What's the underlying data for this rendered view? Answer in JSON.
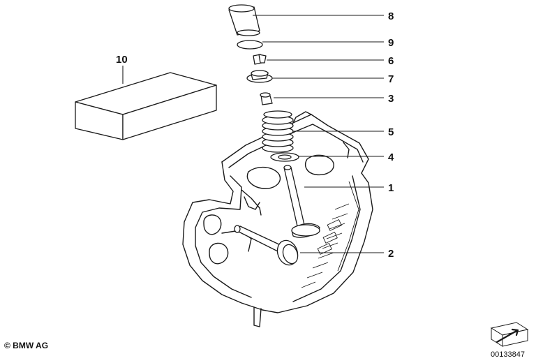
{
  "diagram": {
    "callouts": [
      {
        "id": "1",
        "label": "1"
      },
      {
        "id": "2",
        "label": "2"
      },
      {
        "id": "3",
        "label": "3"
      },
      {
        "id": "4",
        "label": "4"
      },
      {
        "id": "5",
        "label": "5"
      },
      {
        "id": "6",
        "label": "6"
      },
      {
        "id": "7",
        "label": "7"
      },
      {
        "id": "8",
        "label": "8"
      },
      {
        "id": "9",
        "label": "9"
      },
      {
        "id": "10",
        "label": "10"
      }
    ]
  },
  "footer": {
    "copyright": "© BMW AG",
    "diagram_id": "00133847"
  },
  "icons": {
    "orientation": "arrow-icon"
  },
  "colors": {
    "line": "#1a1a1a",
    "background": "#ffffff"
  }
}
